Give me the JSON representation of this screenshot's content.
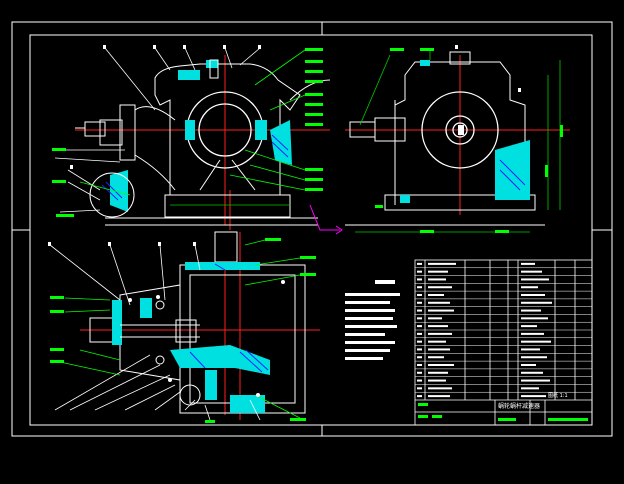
{
  "drawing": {
    "type": "CAD assembly drawing - worm gear reducer",
    "views": [
      "front-section-view",
      "side-section-view",
      "top-section-view"
    ],
    "title_block": {
      "title": "蜗轮蜗杆减速器",
      "drawing_no": "图纸 1:1",
      "row_count": 18
    },
    "colors": {
      "background": "#000000",
      "outline": "#ffffff",
      "section_fill": "#00e0e0",
      "leader": "#00ff00",
      "center_line": "#ff2020",
      "hatch": "#2020ff",
      "dimension": "#00c800",
      "marker": "#ff00ff"
    }
  }
}
